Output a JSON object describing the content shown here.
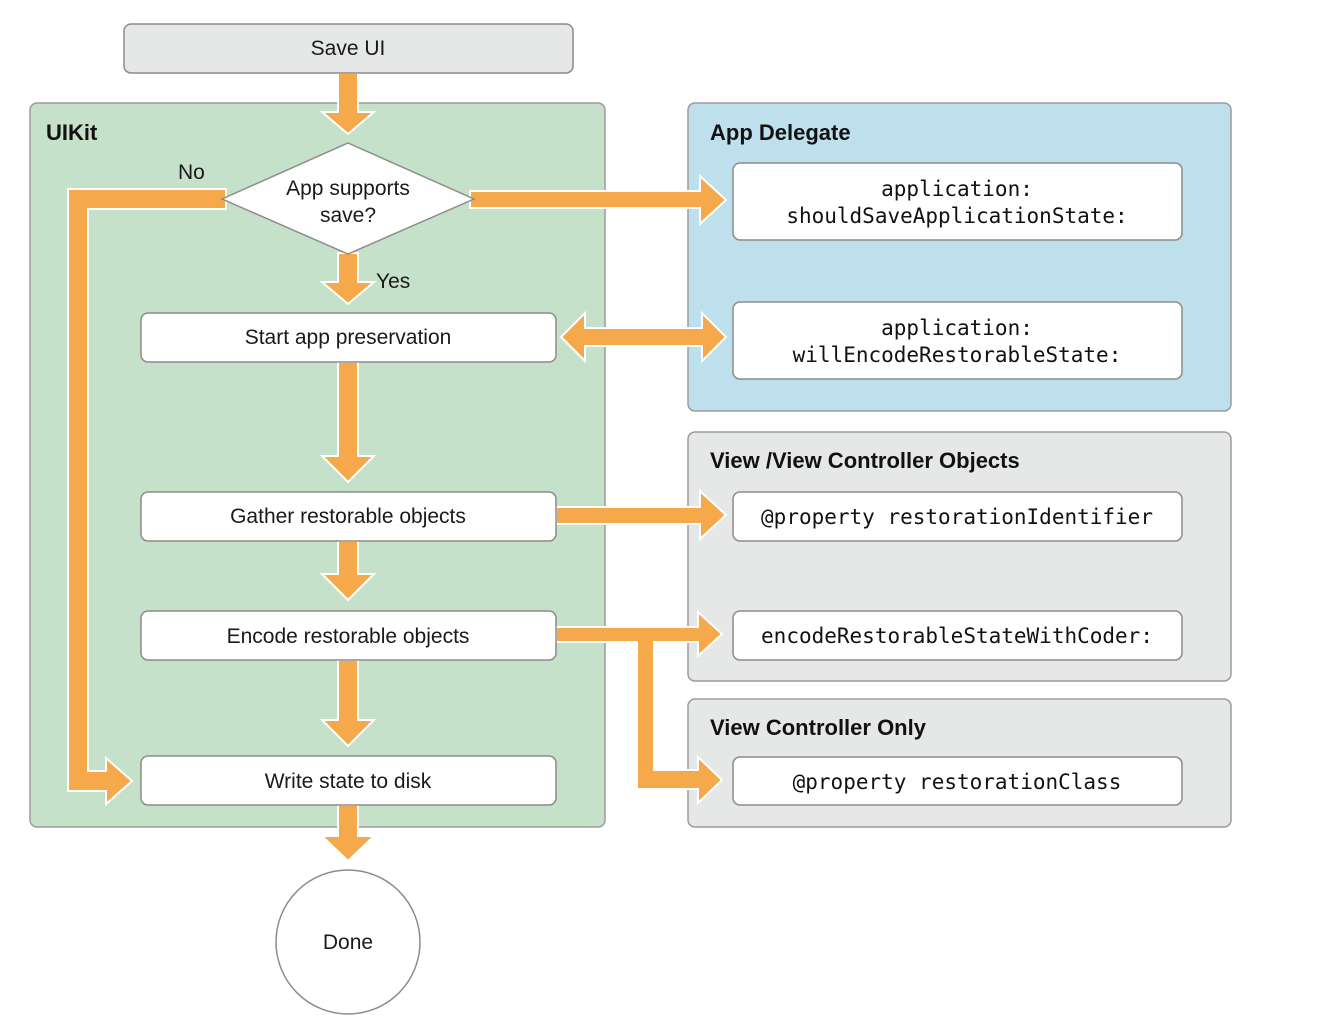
{
  "colors": {
    "uikit_panel": "#c5e1ca",
    "app_delegate_panel": "#bde0ec",
    "objects_panel": "#e6e7e7",
    "arrow": "#f5a94b",
    "box_border": "#8c8c8c"
  },
  "top": {
    "save_ui": "Save UI"
  },
  "uikit": {
    "title": "UIKit",
    "decision": {
      "line1": "App supports",
      "line2": "save?"
    },
    "no_label": "No",
    "yes_label": "Yes",
    "steps": {
      "start": "Start app preservation",
      "gather": "Gather restorable objects",
      "encode": "Encode restorable objects",
      "write": "Write state to disk"
    }
  },
  "done": "Done",
  "app_delegate": {
    "title": "App Delegate",
    "should_save": {
      "line1": "application:",
      "line2": "shouldSaveApplicationState:"
    },
    "will_encode": {
      "line1": "application:",
      "line2": "willEncodeRestorableState:"
    }
  },
  "view_objects": {
    "title": "View /View Controller Objects",
    "restoration_identifier": "@property restorationIdentifier",
    "encode_with_coder": "encodeRestorableStateWithCoder:"
  },
  "view_controller_only": {
    "title": "View Controller Only",
    "restoration_class": "@property restorationClass"
  }
}
